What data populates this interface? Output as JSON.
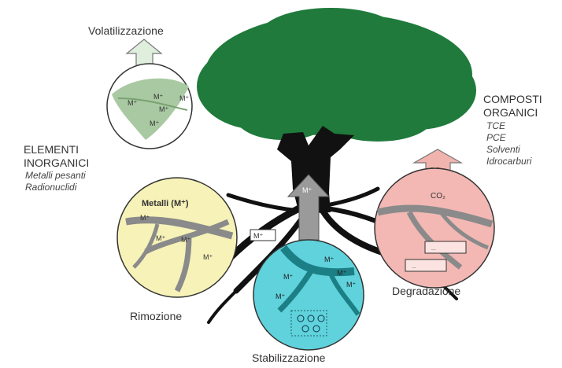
{
  "labels": {
    "volatilization": "Volatilizzazione",
    "organic_title_1": "COMPOSTI",
    "organic_title_2": "ORGANICI",
    "organic_items": [
      "TCE",
      "PCE",
      "Solventi",
      "Idrocarburi"
    ],
    "inorganic_title_1": "ELEMENTI",
    "inorganic_title_2": "INORGANICI",
    "inorganic_items": [
      "Metalli pesanti",
      "Radionuclidi"
    ],
    "removal": "Rimozione",
    "degradation": "Degradazione",
    "stabilization": "Stabilizzazione",
    "metals_label": "Metalli (M⁺)",
    "ion": "M⁺",
    "co2": "CO₂",
    "box_text": "...",
    "box_text_2": "..."
  },
  "colors": {
    "tree": "#1f7a3c",
    "trunk": "#111111",
    "yellow_circle": "#f6f2b8",
    "cyan_circle": "#5fd2dc",
    "pink_circle": "#f3b8b4",
    "leaf_circle": "#ffffff",
    "leaf_fill": "#a9c9a2",
    "root_gray": "#8a8a8a",
    "arrow_gray": "#9a9a9a",
    "arrow_pink": "#f1b3ad",
    "arrow_green": "#dfeedd"
  }
}
